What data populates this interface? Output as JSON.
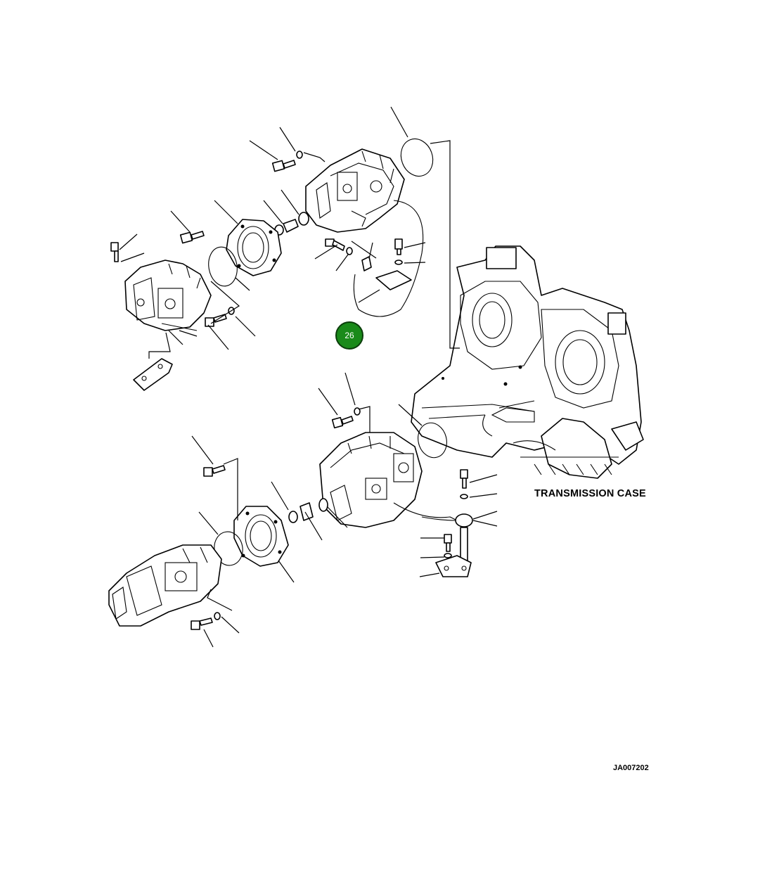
{
  "labels": {
    "transmission_case": "TRANSMISSION CASE",
    "figure_id": "JA007202"
  },
  "callout": {
    "number": "26",
    "color": "#1a8a1a"
  }
}
